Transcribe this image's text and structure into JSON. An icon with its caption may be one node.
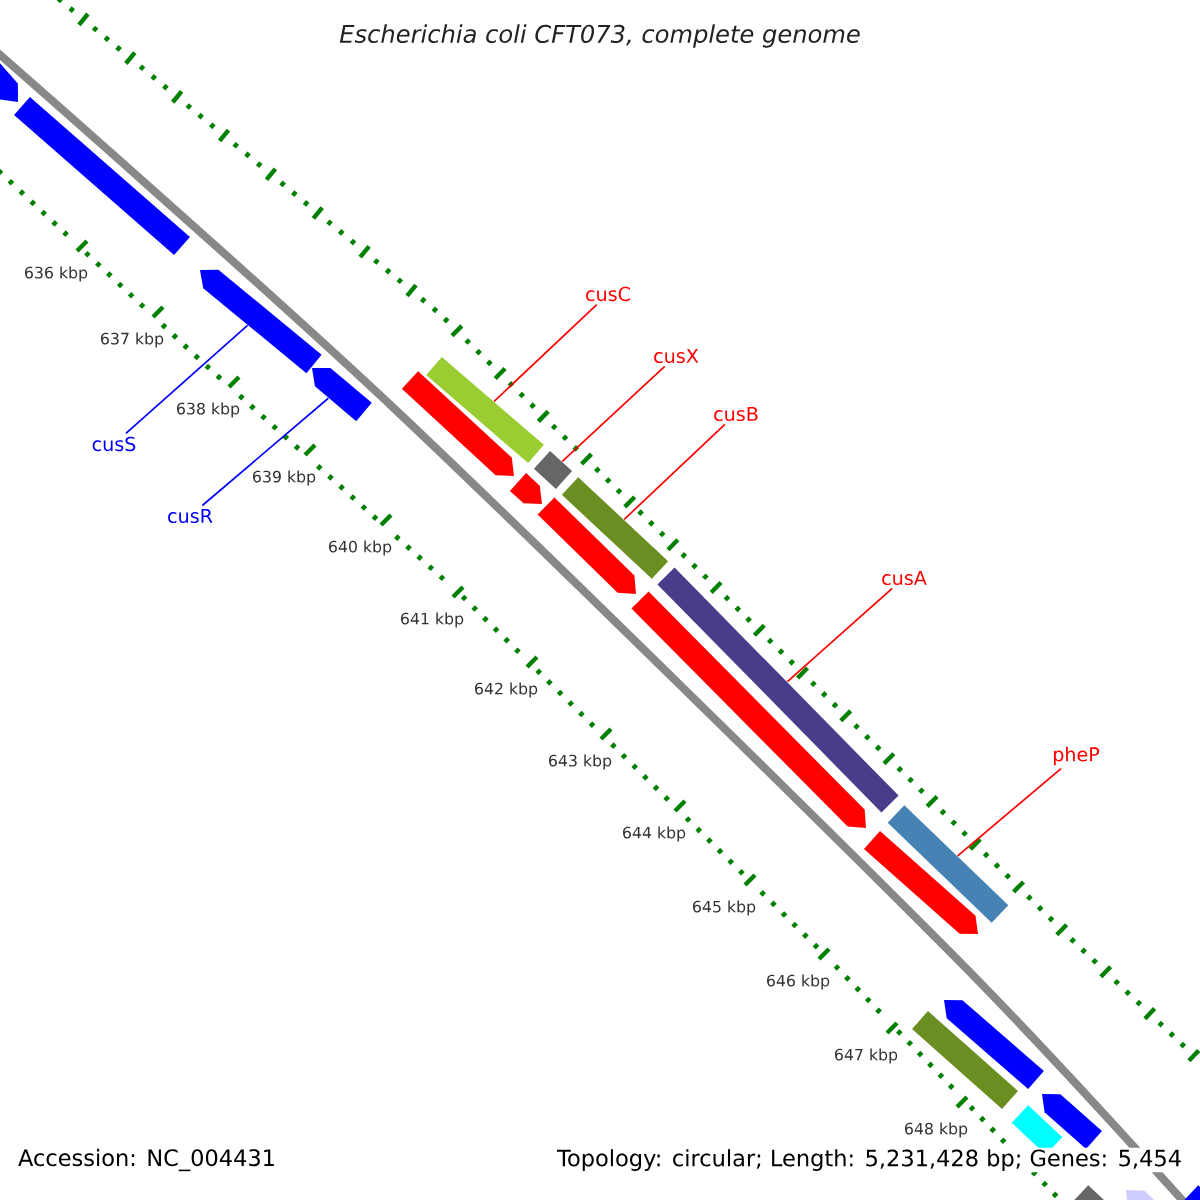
{
  "diagram": {
    "title": "Escherichia coli CFT073, complete genome",
    "nodes": [
      {
        "text": [
          "cusC"
        ]
      },
      {
        "text": [
          "cusX"
        ]
      },
      {
        "text": [
          "cusB"
        ]
      },
      {
        "text": [
          "cusS"
        ]
      },
      {
        "text": [
          "cusR"
        ]
      },
      {
        "text": [
          "cusA"
        ]
      },
      {
        "text": [
          "pheP"
        ]
      },
      {
        "text": [],
        "shape": "arrow"
      },
      {
        "text": [],
        "shape": "arrow"
      },
      {
        "text": [],
        "shape": "bar"
      },
      {
        "text": [],
        "shape": "bar"
      },
      {
        "text": [],
        "shape": "bar"
      },
      {
        "text": [],
        "shape": "bar"
      },
      {
        "text": [],
        "shape": "bar"
      },
      {
        "text": [],
        "shape": "arrow"
      },
      {
        "text": [],
        "shape": "bar"
      },
      {
        "text": [],
        "shape": "arrow"
      },
      {
        "text": [],
        "shape": "arrow"
      },
      {
        "text": [],
        "shape": "arrow"
      },
      {
        "text": [],
        "shape": "arrow"
      },
      {
        "text": [],
        "shape": "arrow"
      },
      {
        "text": [],
        "shape": "bar"
      },
      {
        "text": [],
        "shape": "arrow"
      },
      {
        "text": [],
        "shape": "bar"
      },
      {
        "text": [],
        "shape": "arrow"
      },
      {
        "text": [],
        "shape": "bar"
      },
      {
        "text": [],
        "shape": "arrow"
      },
      {
        "text": [],
        "shape": "bar"
      }
    ],
    "edges": [
      {
        "from": 0,
        "to": 9,
        "arrow": "none"
      },
      {
        "from": 1,
        "to": 10,
        "arrow": "none"
      },
      {
        "from": 2,
        "to": 11,
        "arrow": "none"
      },
      {
        "from": 3,
        "to": 7,
        "arrow": "none",
        "color": "#0000ff"
      },
      {
        "from": 4,
        "to": 8,
        "arrow": "none",
        "color": "#0000ff"
      },
      {
        "from": 5,
        "to": 12,
        "arrow": "none"
      },
      {
        "from": 6,
        "to": 13,
        "arrow": "none"
      }
    ],
    "labels": [
      "636 kbp",
      "637 kbp",
      "638 kbp",
      "639 kbp",
      "640 kbp",
      "641 kbp",
      "642 kbp",
      "643 kbp",
      "644 kbp",
      "645 kbp",
      "646 kbp",
      "647 kbp",
      "648 kbp",
      "Accession: NC_004431",
      "Topology: circular; Length: 5,231,428 bp; Genes: 5,454"
    ]
  }
}
